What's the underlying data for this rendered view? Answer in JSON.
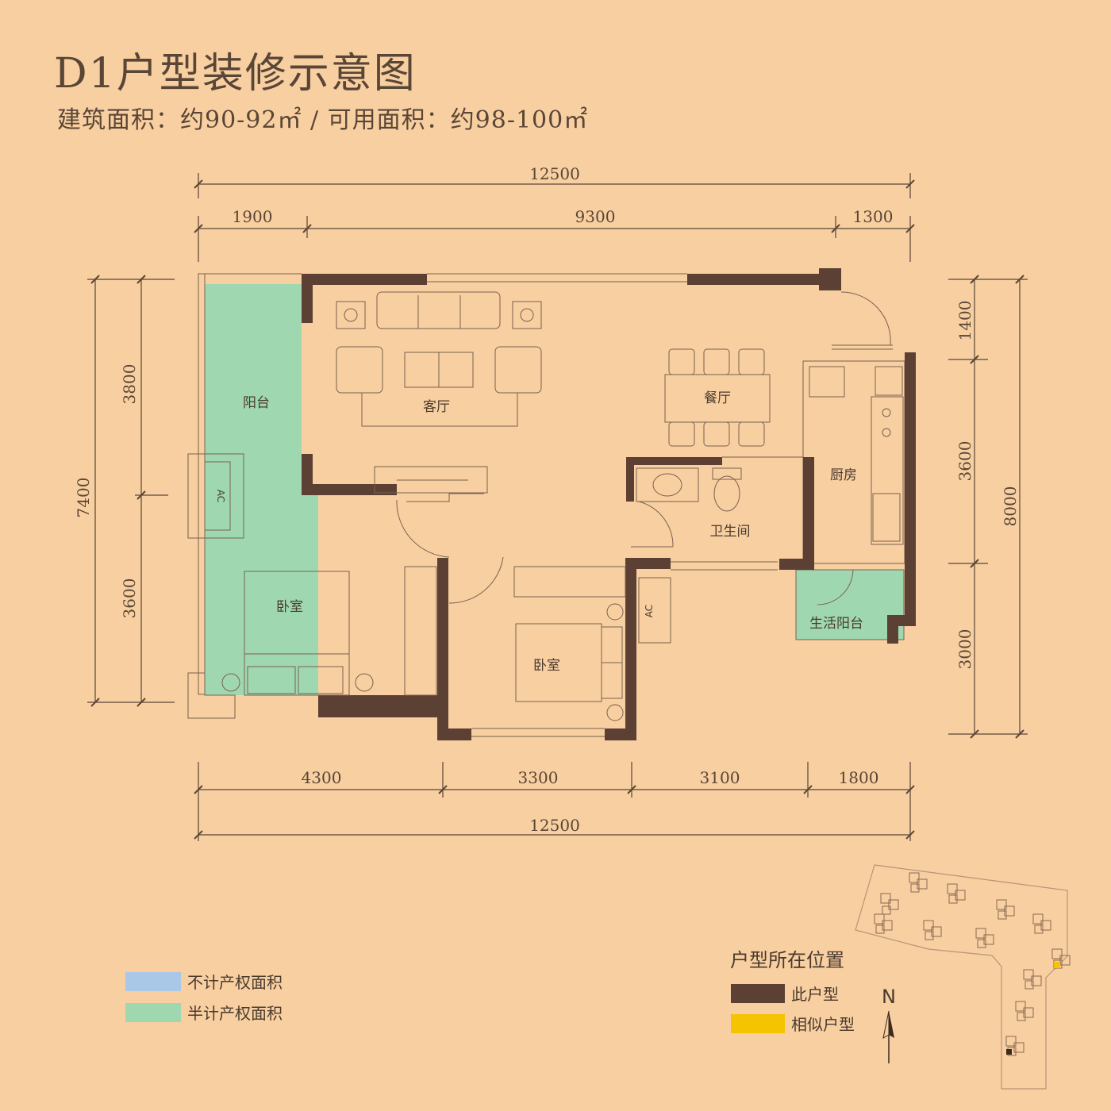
{
  "title": "D1户型装修示意图",
  "subtitle": "建筑面积：约90-92㎡ / 可用面积：约98-100㎡",
  "dimensions": {
    "top_total": "12500",
    "top_segments": [
      "1900",
      "9300",
      "1300"
    ],
    "bottom_segments": [
      "4300",
      "3300",
      "3100",
      "1800"
    ],
    "bottom_total": "12500",
    "left_total": "7400",
    "left_segments": [
      "3800",
      "3600"
    ],
    "right_segments": [
      "1400",
      "3600",
      "3000"
    ],
    "right_total": "8000"
  },
  "rooms": {
    "balcony": "阳台",
    "living_room": "客厅",
    "dining_room": "餐厅",
    "kitchen": "厨房",
    "bathroom": "卫生间",
    "bedroom_1": "卧室",
    "bedroom_2": "卧室",
    "utility_balcony": "生活阳台",
    "ac_label": "AC"
  },
  "legend": {
    "not_counted": "不计产权面积",
    "half_counted": "半计产权面积",
    "location_title": "户型所在位置",
    "this_unit": "此户型",
    "similar_unit": "相似户型",
    "north": "N"
  },
  "colors": {
    "background": "#f8cfa1",
    "wall": "#5c4033",
    "half_area": "#9fd8b0",
    "not_counted": "#a9c8e8",
    "similar": "#f5c400"
  }
}
